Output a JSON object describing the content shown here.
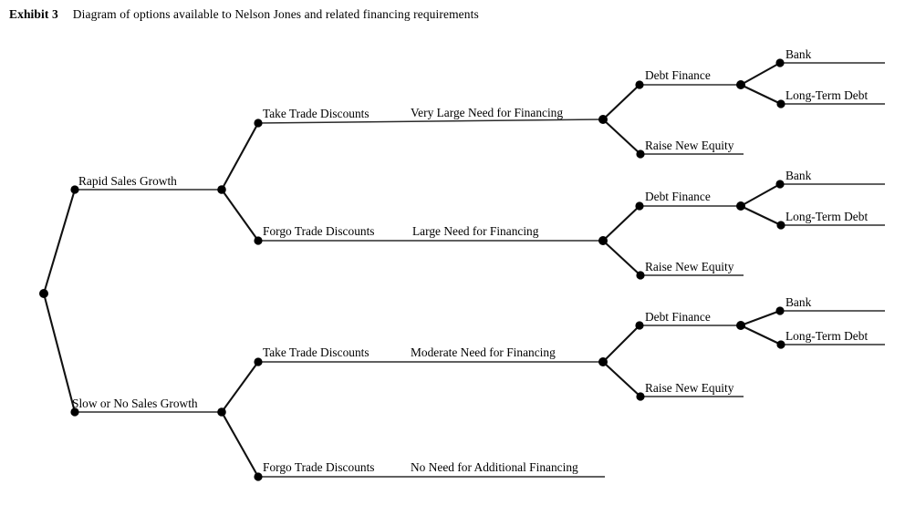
{
  "caption": {
    "exhibit_label": "Exhibit 3",
    "title": "Diagram of options available to Nelson Jones and related financing requirements"
  },
  "diagram": {
    "type": "decision-tree",
    "orientation": "left-to-right",
    "nodes": {
      "root": "",
      "growth_rapid": "Rapid Sales Growth",
      "growth_slow": "Slow or No Sales Growth",
      "rapid_take": "Take Trade Discounts",
      "rapid_forgo": "Forgo Trade Discounts",
      "slow_take": "Take Trade Discounts",
      "slow_forgo": "Forgo Trade Discounts",
      "need_very_large": "Very Large Need for Financing",
      "need_large": "Large Need for Financing",
      "need_moderate": "Moderate Need for Financing",
      "need_none": "No Need for Additional Financing",
      "g1_debt": "Debt Finance",
      "g1_equity": "Raise New Equity",
      "g1_bank": "Bank",
      "g1_ltd": "Long-Term Debt",
      "g2_debt": "Debt Finance",
      "g2_equity": "Raise New Equity",
      "g2_bank": "Bank",
      "g2_ltd": "Long-Term Debt",
      "g3_debt": "Debt Finance",
      "g3_equity": "Raise New Equity",
      "g3_bank": "Bank",
      "g3_ltd": "Long-Term Debt"
    }
  },
  "colors": {
    "line": "#111111",
    "stem": "#2b2b2b",
    "node": "#000000",
    "text": "#000000",
    "background": "#ffffff"
  }
}
